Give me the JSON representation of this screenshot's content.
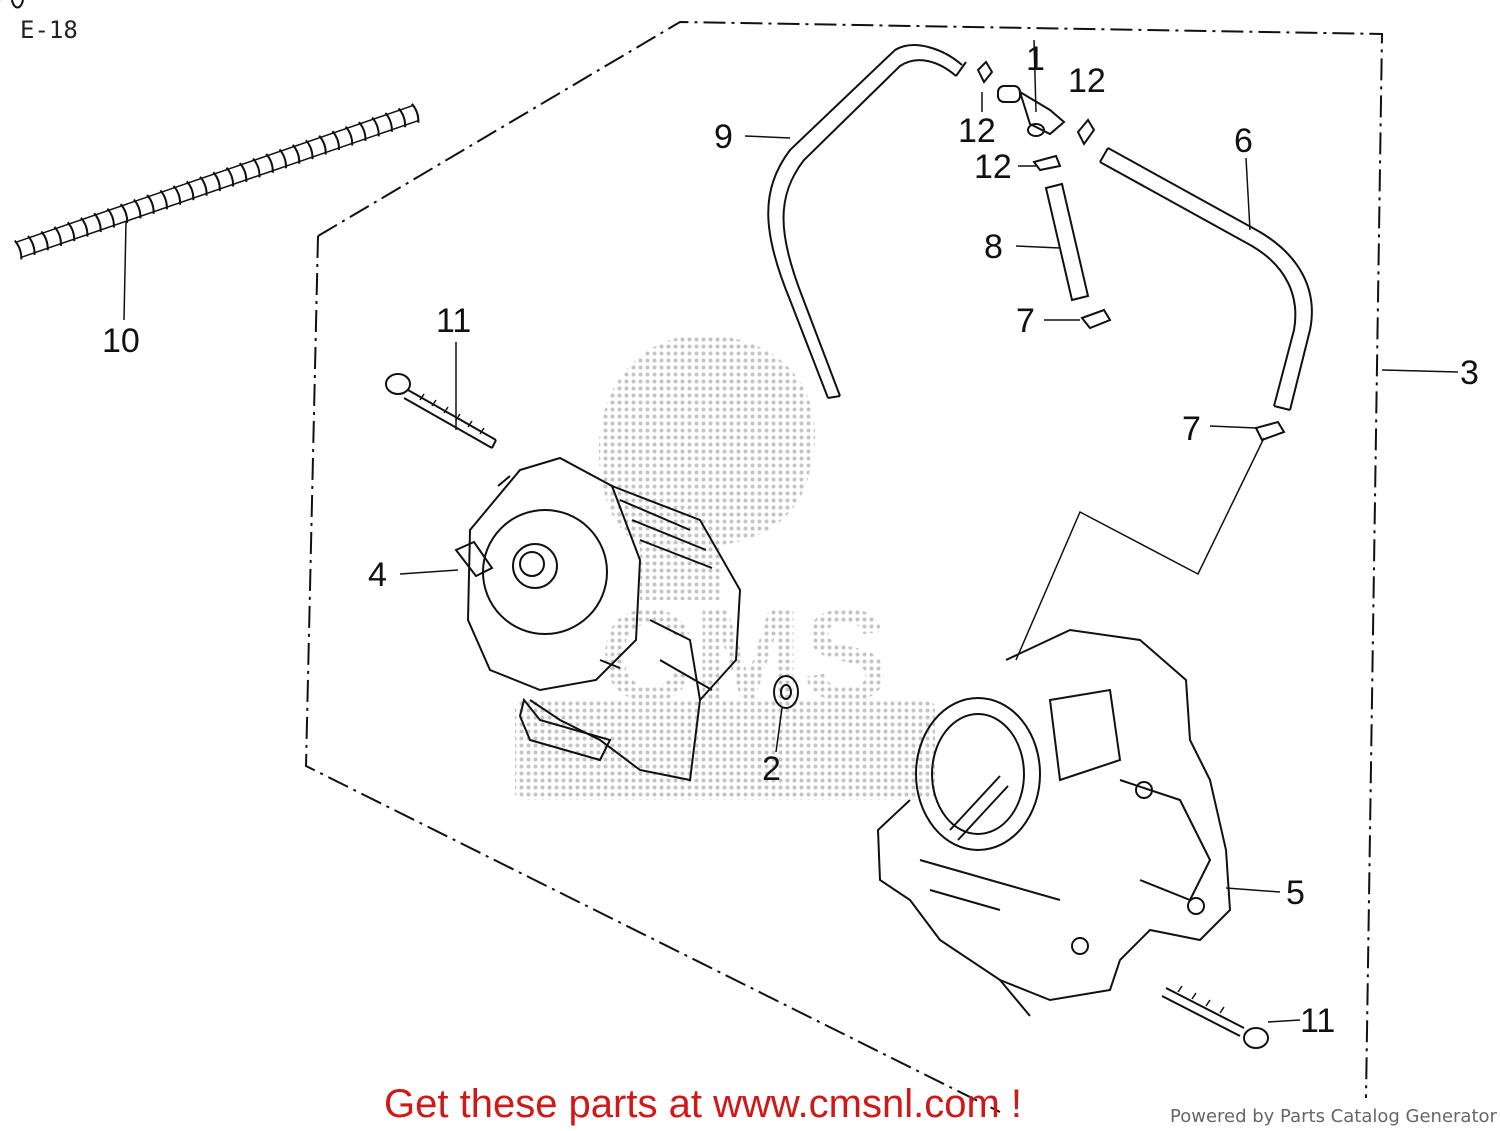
{
  "page_code": "E-18",
  "callouts": {
    "part_1": "1",
    "part_2": "2",
    "part_3": "3",
    "part_4": "4",
    "part_5": "5",
    "part_6": "6",
    "part_7a": "7",
    "part_7b": "7",
    "part_8": "8",
    "part_9": "9",
    "part_10": "10",
    "part_11a": "11",
    "part_11b": "11",
    "part_12a": "12",
    "part_12b": "12",
    "part_12c": "12"
  },
  "watermark": {
    "letters": "CMS"
  },
  "footer": {
    "promo": "Get these parts at www.cmsnl.com !",
    "powered_by": "Powered by Parts Catalog Generator"
  },
  "colors": {
    "promo": "#d01818",
    "line": "#111111",
    "watermark": "#c8c8c8"
  }
}
